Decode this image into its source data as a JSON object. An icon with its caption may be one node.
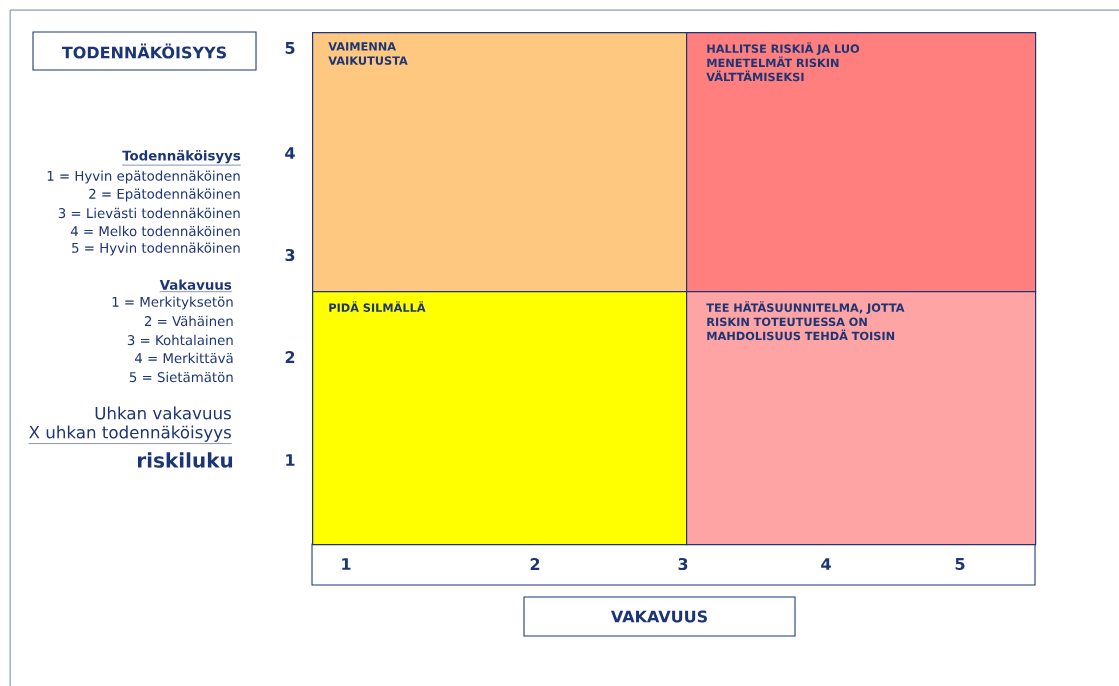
{
  "diagram": {
    "nodes": [
      {
        "text": [
          "TODENNÄKÖISYYS"
        ]
      },
      {
        "text": [
          "VAIMENNA VAIKUTUSTA"
        ]
      },
      {
        "text": [
          "HALLITSE RISKIÄ JA LUO MENETELMÄT RISKIN VÄLTTÄMISEKSI"
        ]
      },
      {
        "text": [
          "PIDÄ SILMÄLLÄ"
        ]
      },
      {
        "text": [
          "TEE HÄTÄSUUNNITELMA, JOTTA RISKIN TOTEUTUESSA ON MAHDOLISUUS TEHDÄ TOISIN"
        ]
      },
      {
        "text": [
          "VAKAVUUS"
        ]
      }
    ],
    "labels": [
      "5",
      "4",
      "3",
      "2",
      "1",
      "Todennäköisyys",
      "1 = Hyvin epätodennäköinen",
      "2 = Epätodennäköinen",
      "3 =  Lievästi todennäköinen",
      "4 = Melko todennäköinen",
      "5 = Hyvin todennäköinen",
      "Vakavuus",
      "1 = Merkityksetön",
      "2 = Vähäinen",
      "3 = Kohtalainen",
      "4 = Merkittävä",
      "5 = Sietämätön",
      "Uhkan vakavuus",
      "X  uhkan todennäköisyys",
      "riskiluku",
      "1",
      "2",
      "3",
      "4",
      "5"
    ]
  }
}
